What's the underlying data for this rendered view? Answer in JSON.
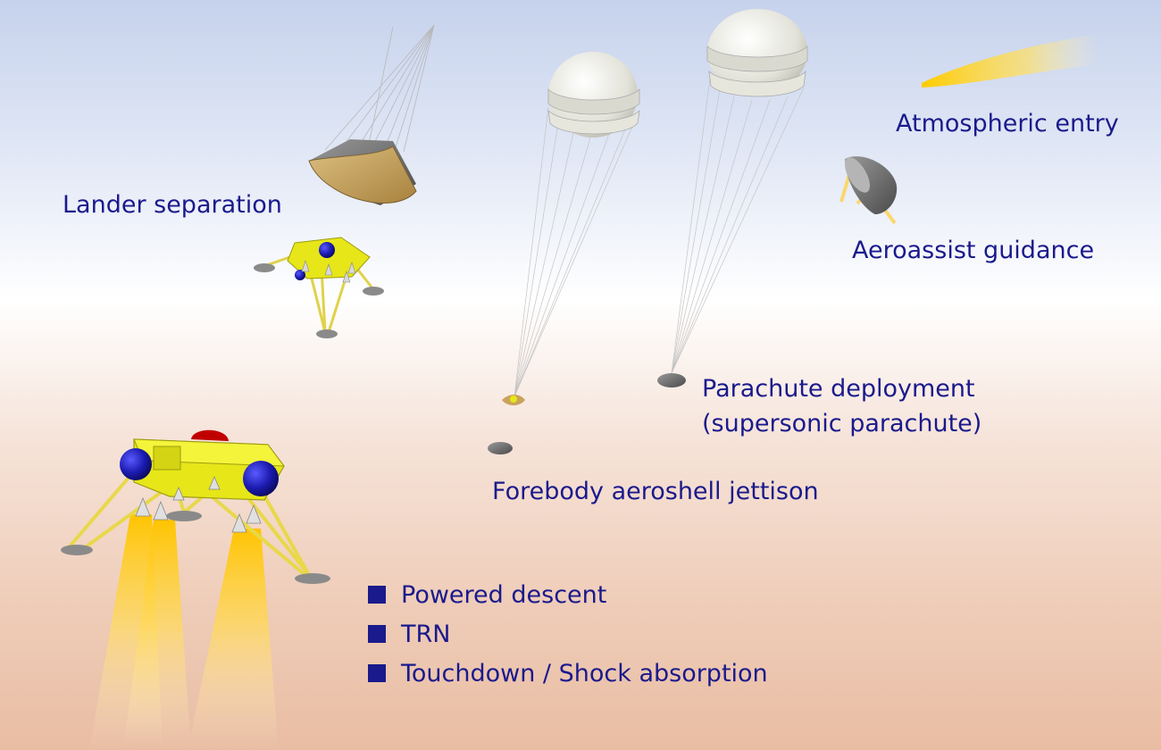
{
  "labels": {
    "atmospheric_entry": "Atmospheric entry",
    "aeroassist_guidance": "Aeroassist guidance",
    "lander_separation": "Lander separation",
    "parachute_deployment_line1": "Parachute deployment",
    "parachute_deployment_line2": "(supersonic parachute)",
    "forebody_jettison": "Forebody aeroshell jettison"
  },
  "bullets": [
    {
      "text": "Powered descent"
    },
    {
      "text": "TRN"
    },
    {
      "text": "Touchdown / Shock absorption"
    }
  ],
  "colors": {
    "label_text": "#1a1a8c",
    "lander_body": "#e6e619",
    "fuel_tank": "#1b1bb0",
    "plume": "#ffcc33",
    "aeroshell": "#c8a35c",
    "parachute": "#f0f0ea"
  }
}
